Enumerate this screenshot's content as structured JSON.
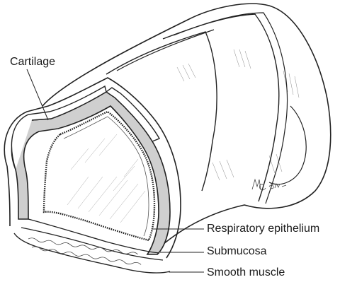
{
  "labels": {
    "cartilage": "Cartilage",
    "respiratory_epithelium": "Respiratory epithelium",
    "submucosa": "Submucosa",
    "smooth_muscle": "Smooth muscle"
  },
  "signature": "M.Cant.",
  "colors": {
    "background": "#ffffff",
    "line": "#222222",
    "cartilage_fill": "#cfcfcf",
    "label_text": "#1a1a1a"
  }
}
